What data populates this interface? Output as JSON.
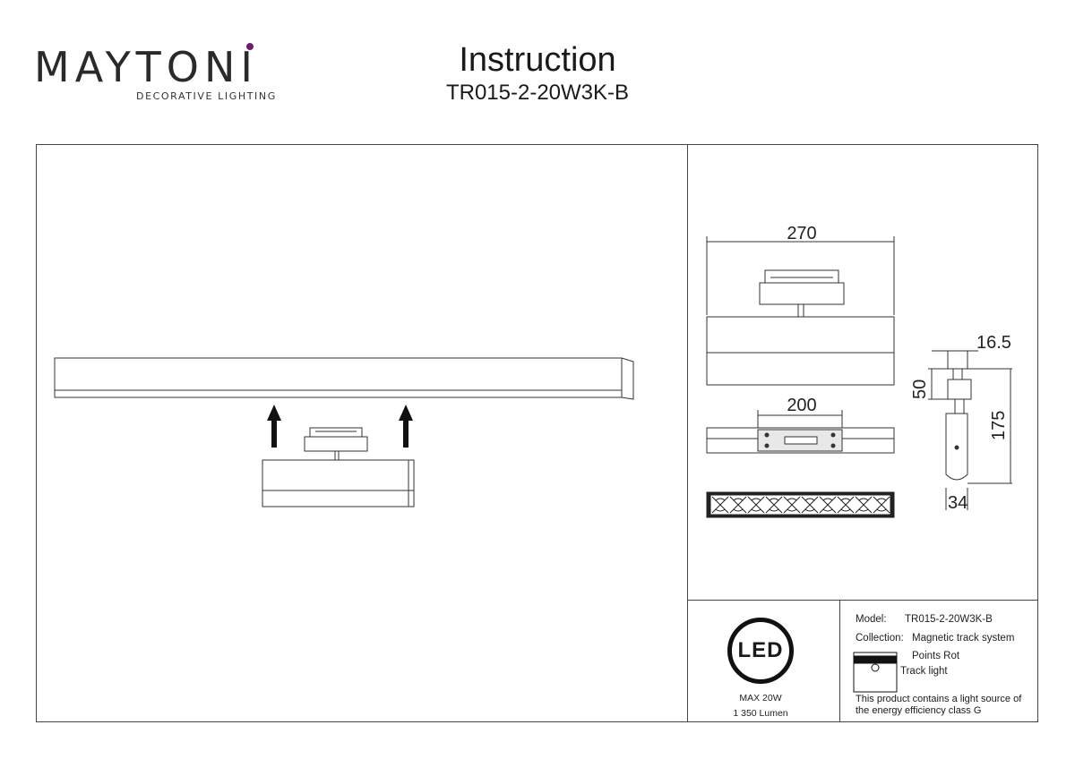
{
  "brand": {
    "name": "MAYTONI",
    "tagline": "DECORATIVE LIGHTING"
  },
  "header": {
    "title": "Instruction",
    "model": "TR015-2-20W3K-B"
  },
  "dimensions": {
    "width": "270",
    "mount_spacing": "200",
    "depth": "16.5",
    "height_small": "50",
    "height_total": "175",
    "base_width": "34"
  },
  "specs": {
    "led_label": "LED",
    "max_power": "MAX 20W",
    "lumen": "1 350 Lumen"
  },
  "info": {
    "model_label": "Model:",
    "model_value": "TR015-2-20W3K-B",
    "collection_label": "Collection:",
    "collection_value": "Magnetic track system",
    "series": "Points Rot",
    "type": "Track light",
    "energy_note": "This product contains a light source of the energy efficiency class G"
  },
  "colors": {
    "brand_accent": "#6b1f6b",
    "line": "#333333"
  }
}
